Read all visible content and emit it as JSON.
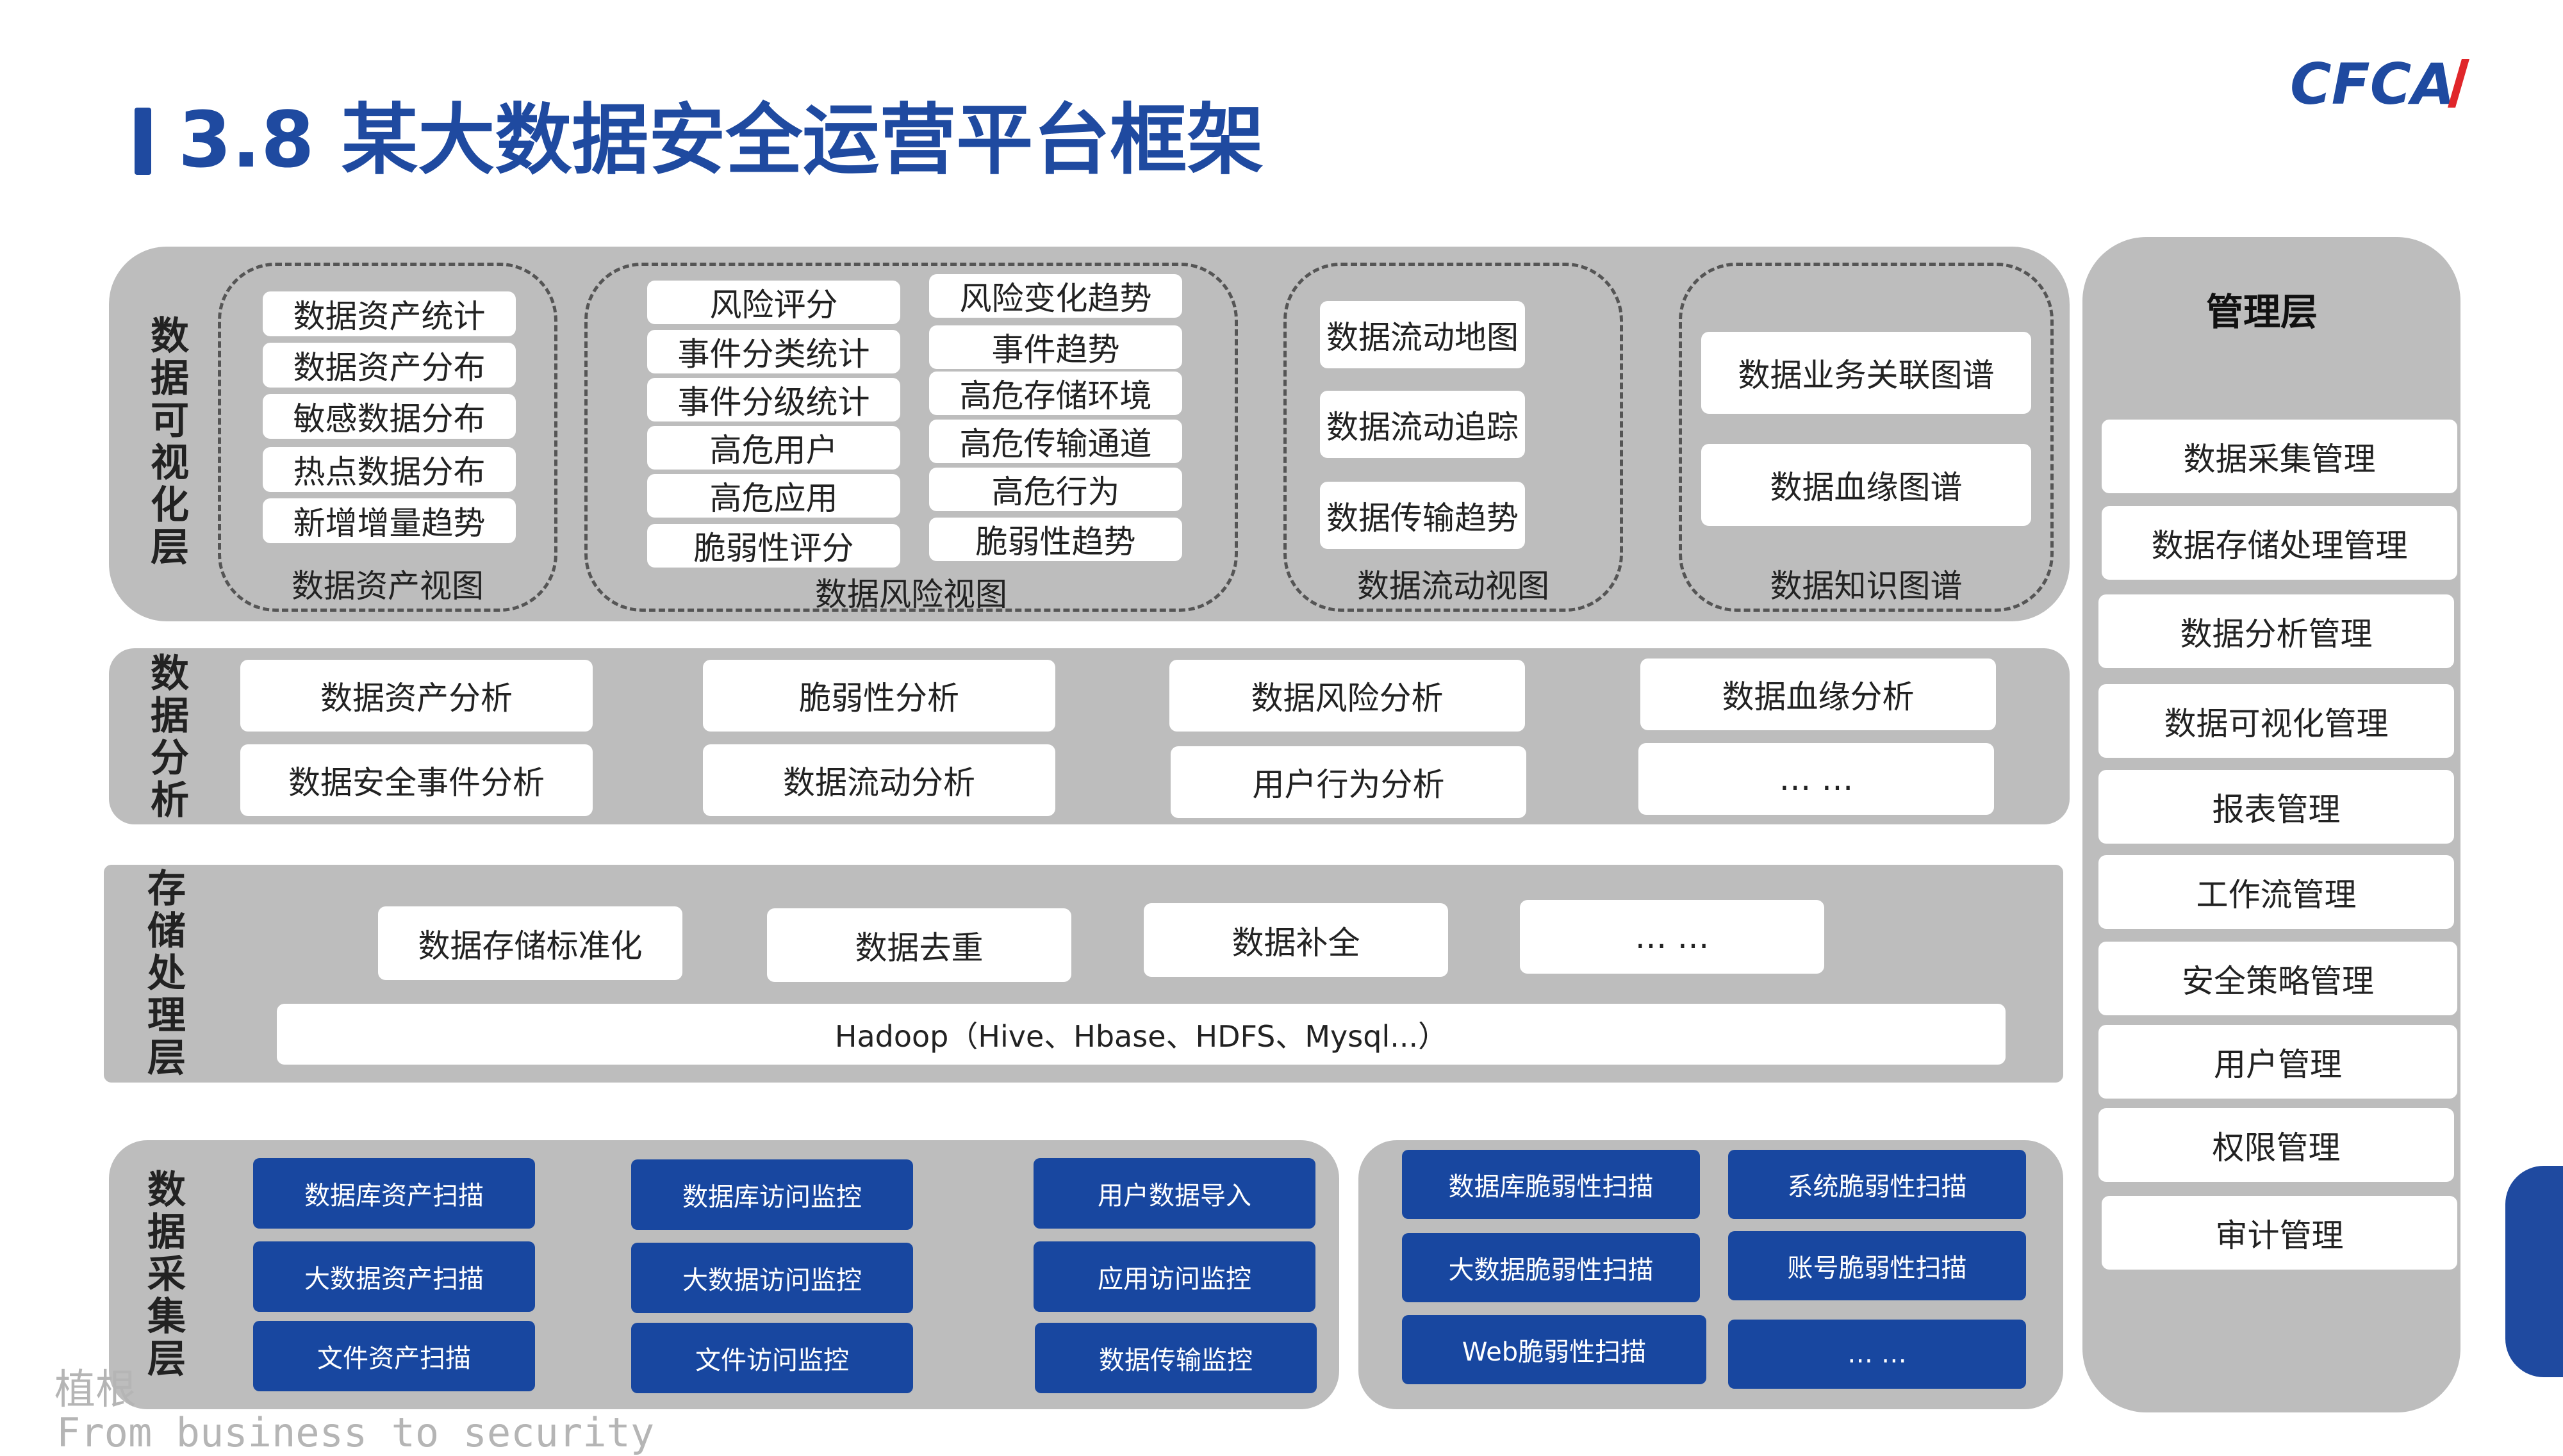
{
  "title": "3.8 某大数据安全运营平台框架",
  "logo_text": "CFCA",
  "colors": {
    "title_blue": "#1f4aa0",
    "panel_gray": "#bdbdbd",
    "box_blue": "#1847a0"
  },
  "visual_layer": {
    "label": [
      "数",
      "据",
      "可",
      "视",
      "化",
      "层"
    ],
    "asset_view": {
      "caption": "数据资产视图",
      "items": [
        "数据资产统计",
        "数据资产分布",
        "敏感数据分布",
        "热点数据分布",
        "新增增量趋势"
      ]
    },
    "risk_view": {
      "caption": "数据风险视图",
      "left": [
        "风险评分",
        "事件分类统计",
        "事件分级统计",
        "高危用户",
        "高危应用",
        "脆弱性评分"
      ],
      "right": [
        "风险变化趋势",
        "事件趋势",
        "高危存储环境",
        "高危传输通道",
        "高危行为",
        "脆弱性趋势"
      ]
    },
    "flow_view": {
      "caption": "数据流动视图",
      "items": [
        "数据流动地图",
        "数据流动追踪",
        "数据传输趋势"
      ]
    },
    "knowledge_view": {
      "caption": "数据知识图谱",
      "items": [
        "数据业务关联图谱",
        "数据血缘图谱"
      ]
    }
  },
  "analysis_layer": {
    "label": [
      "数",
      "据",
      "分",
      "析"
    ],
    "items": [
      "数据资产分析",
      "脆弱性分析",
      "数据风险分析",
      "数据血缘分析",
      "数据安全事件分析",
      "数据流动分析",
      "用户行为分析",
      "… …"
    ]
  },
  "storage_layer": {
    "label": [
      "存",
      "储",
      "处",
      "理",
      "层"
    ],
    "items": [
      "数据存储标准化",
      "数据去重",
      "数据补全",
      "… …"
    ],
    "hadoop": "Hadoop（Hive、Hbase、HDFS、Mysql...）"
  },
  "collection_layer": {
    "label": [
      "数",
      "据",
      "采",
      "集",
      "层"
    ],
    "left_items": [
      "数据库资产扫描",
      "数据库访问监控",
      "用户数据导入",
      "大数据资产扫描",
      "大数据访问监控",
      "应用访问监控",
      "文件资产扫描",
      "文件访问监控",
      "数据传输监控"
    ],
    "right_items": [
      "数据库脆弱性扫描",
      "系统脆弱性扫描",
      "大数据脆弱性扫描",
      "账号脆弱性扫描",
      "Web脆弱性扫描",
      "… …"
    ]
  },
  "management_layer": {
    "title": "管理层",
    "items": [
      "数据采集管理",
      "数据存储处理管理",
      "数据分析管理",
      "数据可视化管理",
      "报表管理",
      "工作流管理",
      "安全策略管理",
      "用户管理",
      "权限管理",
      "审计管理"
    ]
  },
  "watermark": {
    "line1": "植根",
    "line2": "From business to security"
  }
}
